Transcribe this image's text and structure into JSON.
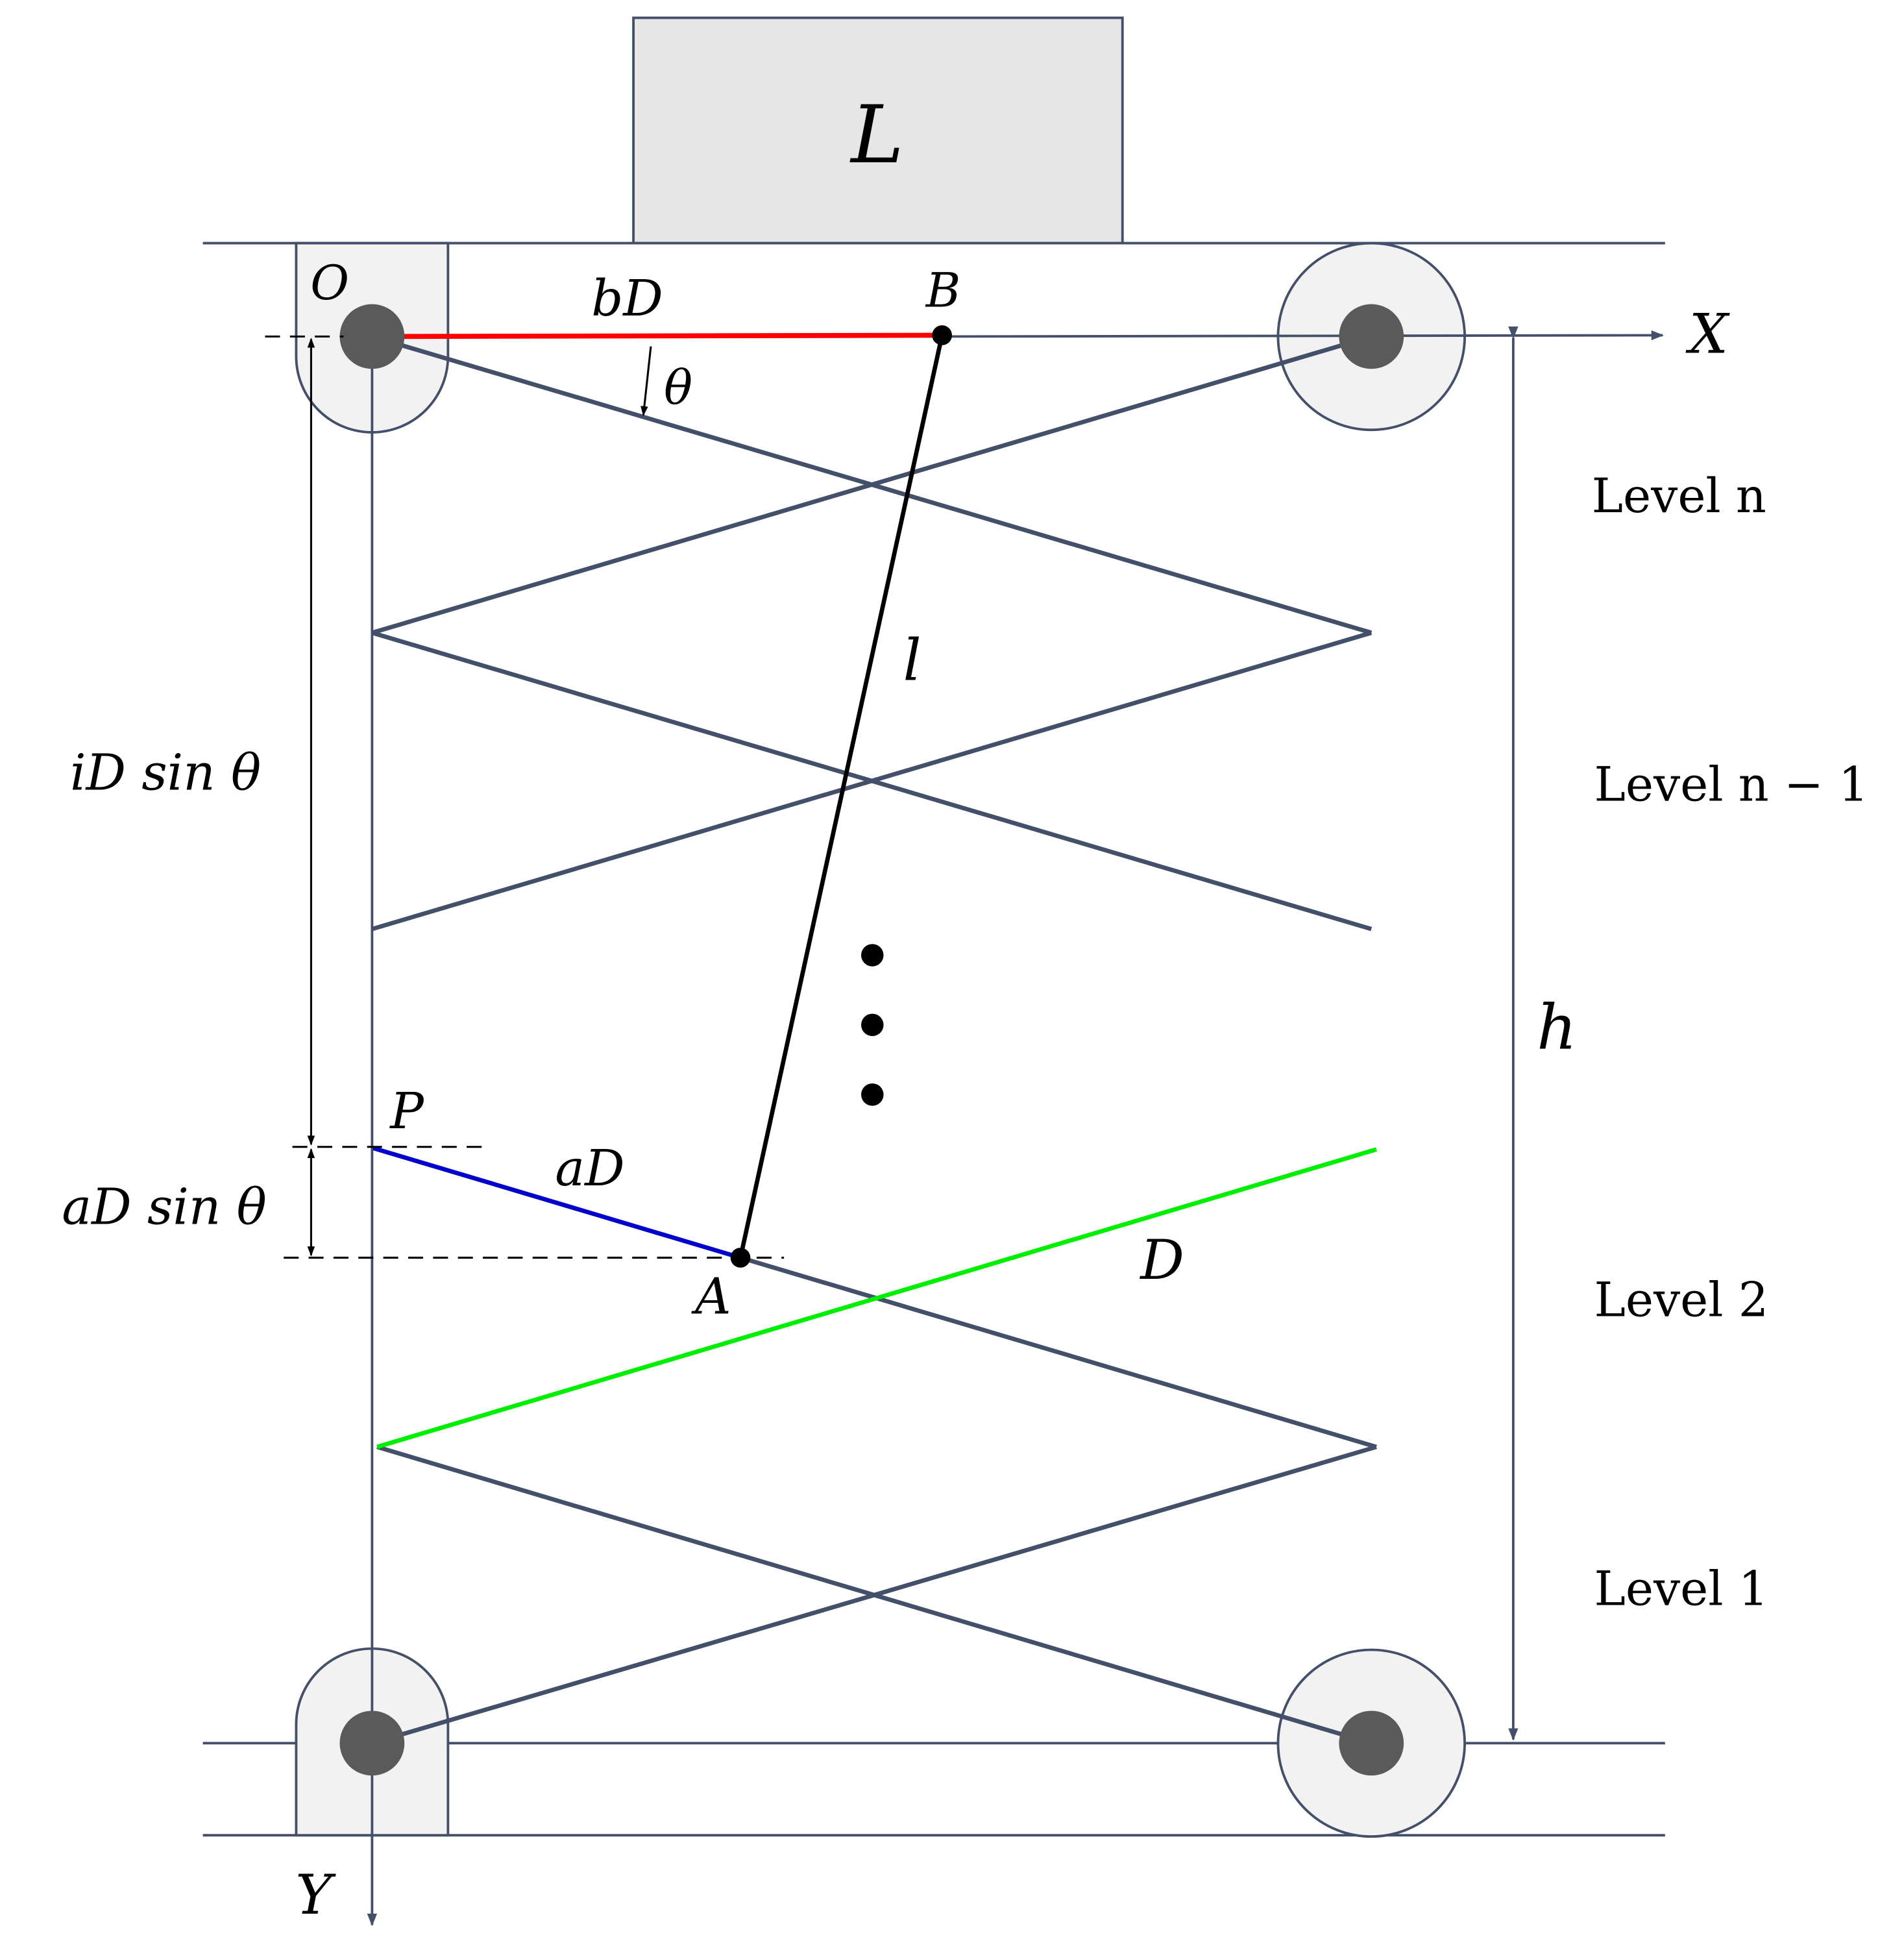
{
  "load_label": "L",
  "points": {
    "O": "O",
    "B": "B",
    "P": "P",
    "A": "A"
  },
  "axes": {
    "x": "X",
    "y": "Y"
  },
  "segments": {
    "bD": "bD",
    "aD": "aD",
    "l": "l",
    "D": "D",
    "h": "h",
    "theta": "θ"
  },
  "dimensions": {
    "iD_sin_theta": "iD sin θ",
    "aD_sin_theta": "aD sin θ"
  },
  "levels": [
    "Level n",
    "Level n − 1",
    "Level 2",
    "Level 1"
  ],
  "colors": {
    "structure": "#44506a",
    "bD_segment": "#ff0000",
    "aD_segment": "#0000cc",
    "highlight_arm": "#00ee00",
    "link_l": "#000000",
    "joint": "#5a5a5a",
    "pad": "#f2f2f2",
    "load_box": "#e6e6e6"
  }
}
